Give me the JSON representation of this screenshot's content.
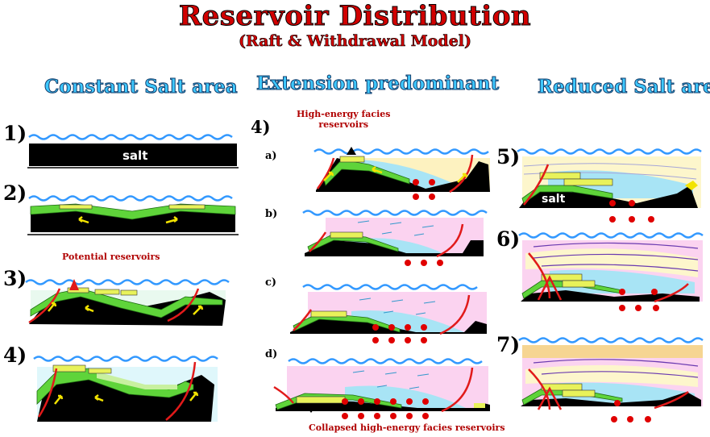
{
  "title": "Reservoir Distribution",
  "subtitle": "(Raft & Withdrawal Model)",
  "columns": {
    "constant": "Constant Salt area",
    "extension": "Extension predominant",
    "reduced": "Reduced Salt area"
  },
  "steps": {
    "s1": "1)",
    "s2": "2)",
    "s3": "3)",
    "s4a": "4)",
    "s4b": "4)",
    "s5": "5)",
    "s6": "6)",
    "s7": "7)"
  },
  "substeps": {
    "a": "a)",
    "b": "b)",
    "c": "c)",
    "d": "d)"
  },
  "labels": {
    "salt1": "salt",
    "salt5": "salt",
    "potential": "Potential reservoirs",
    "high_energy_1": "High-energy facies",
    "high_energy_2": "reservoirs",
    "collapsed": "Collapsed high-energy facies reservoirs"
  },
  "colors": {
    "salt": "#000000",
    "green": "#5fd43a",
    "carbonate": "#e8f25a",
    "water": "#3399ff",
    "sediment_blue": "#a8e4f5",
    "sediment_pink": "#fbd3f0",
    "sediment_tan": "#f6d592",
    "fault": "#e11a1a",
    "arrow": "#f2e300",
    "reservoir_dot": "#e00000"
  }
}
